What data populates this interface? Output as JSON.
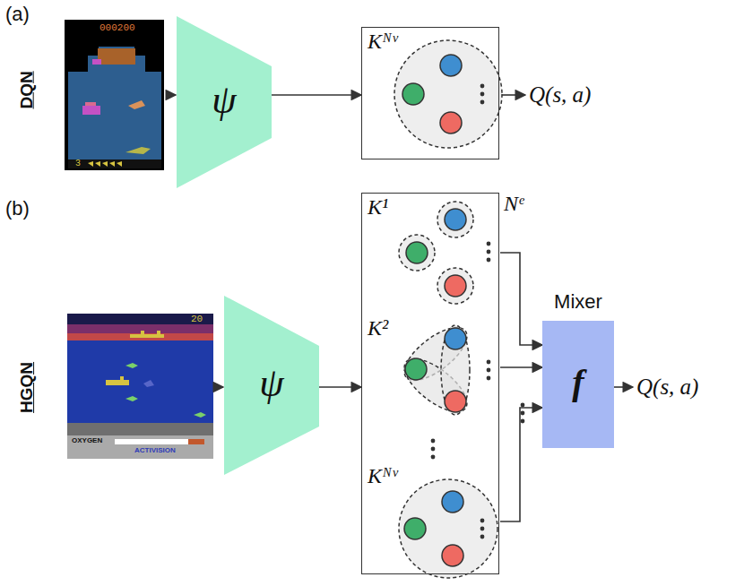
{
  "diagram": {
    "nodes": [
      {
        "text": [
          "ψ"
        ]
      },
      {
        "text": [
          "Kᴺᵛ"
        ]
      },
      {
        "text": [
          "ψ"
        ]
      },
      {
        "text": [
          "Nᵉ"
        ]
      },
      {
        "text": [
          "K¹"
        ],
        "in": 3
      },
      {
        "text": [
          "K²"
        ],
        "in": 3
      },
      {
        "text": [
          "Kᴺᵛ"
        ],
        "in": 3
      },
      {
        "text": [
          "Mixer",
          "f"
        ]
      }
    ],
    "edges": [
      {
        "from": 0,
        "to": 1,
        "arrow": "to"
      },
      {
        "from": 2,
        "to": 3,
        "arrow": "to"
      },
      {
        "from": 4,
        "to": 7,
        "arrow": "to"
      },
      {
        "from": 5,
        "to": 7,
        "arrow": "to"
      },
      {
        "from": 6,
        "to": 7,
        "arrow": "to"
      }
    ],
    "labels": [
      "(a)",
      "DQN",
      "(b)",
      "HGQN",
      "Q(s, a)",
      "Q(s, a)",
      "000200",
      "3",
      "20",
      "OXYGEN",
      "ACTIVISION"
    ]
  }
}
